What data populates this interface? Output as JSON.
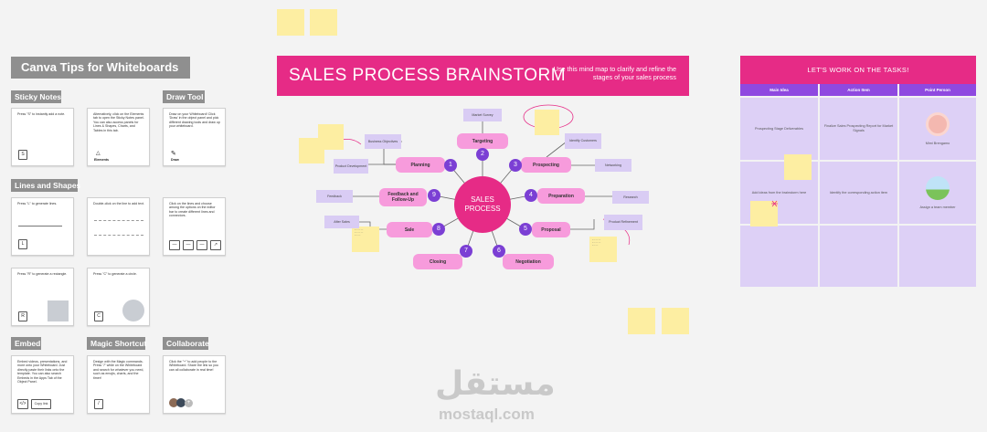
{
  "tips": {
    "title": "Canva Tips for Whiteboards",
    "sections": {
      "sticky_notes": "Sticky Notes",
      "draw_tool": "Draw Tool",
      "lines_shapes": "Lines and Shapes",
      "embed": "Embed",
      "magic_shortcut": "Magic Shortcut",
      "collaborate": "Collaborate"
    },
    "cards": {
      "sticky_text": "Press \"S\" to instantly add a note.",
      "sticky_key": "S",
      "elements_text": "Alternatively, click on the Elements tab to open the Sticky Notes panel. You can also access panels for Lines & Shapes, Charts, and Tables in this tab.",
      "elements_label": "Elements",
      "draw_text": "Draw on your Whiteboard! Click 'Draw' in the object panel and pick different drawing tools and draw up your whiteboard.",
      "draw_label": "Draw",
      "line_text": "Press \"L\" to generate lines.",
      "line_key": "L",
      "dblclick_text": "Double-click on the line to add text.",
      "shapes_text": "Click on the lines and choose among the options on the editor bar to create different lines and connectors.",
      "rect_text": "Press \"R\" to generate a rectangle.",
      "rect_key": "R",
      "circle_text": "Press \"C\" to generate a circle.",
      "circle_key": "C",
      "embed_text": "Embed videos, presentations, and more onto your Whiteboard. Just directly paste their links onto the template. You can also search Embeds in the Apps Tab of the Object Panel.",
      "embed_key": "Copy link",
      "magic_text": "Design with the Magic commands. Press \"/\" while on the Whiteboard and search for whatever you need, such as emojis, charts, and the timer!",
      "magic_key": "/",
      "collab_text": "Click the \"+\" to add people to the Whiteboard. Share the link so you can all collaborate in real time!"
    }
  },
  "mindmap": {
    "title": "SALES PROCESS BRAINSTORM",
    "subtitle": "Use this mind map to clarify and refine the stages of your sales process",
    "center": "SALES PROCESS",
    "stages": [
      {
        "num": "1",
        "label": "Planning"
      },
      {
        "num": "2",
        "label": "Targeting"
      },
      {
        "num": "3",
        "label": "Prospecting"
      },
      {
        "num": "4",
        "label": "Preparation"
      },
      {
        "num": "5",
        "label": "Proposal"
      },
      {
        "num": "6",
        "label": "Negotiation"
      },
      {
        "num": "7",
        "label": "Closing"
      },
      {
        "num": "8",
        "label": "Sale"
      },
      {
        "num": "9",
        "label": "Feedback and Follow-Up"
      }
    ],
    "leaves": {
      "market_survey": "Market Survey",
      "business_objectives": "Business Objectives",
      "product_development": "Product Development",
      "identify_customers": "Identify Customers",
      "networking": "Networking",
      "research": "Research",
      "product_refinement": "Product Refinement",
      "feedback": "Feedback",
      "after_sales": "After Sales"
    }
  },
  "tasks": {
    "title": "LET'S WORK ON THE TASKS!",
    "headers": [
      "Main Idea",
      "Action Item",
      "Point Person"
    ],
    "rows": [
      [
        "Prospecting Stage Deliverables",
        "Finalize Sales Prospecting Report for Market Signals",
        "Mimi Brengamo"
      ],
      [
        "Add ideas from the brainstorm here",
        "Identify the corresponding action item",
        "Assign a team member"
      ]
    ]
  },
  "watermark": {
    "arabic": "مستقل",
    "latin": "mostaql.com"
  },
  "colors": {
    "pink": "#e62b86",
    "purple": "#7b3fd4",
    "lavender": "#d9ccf4",
    "sticky": "#fdeea2",
    "gray": "#8f8f8f"
  }
}
